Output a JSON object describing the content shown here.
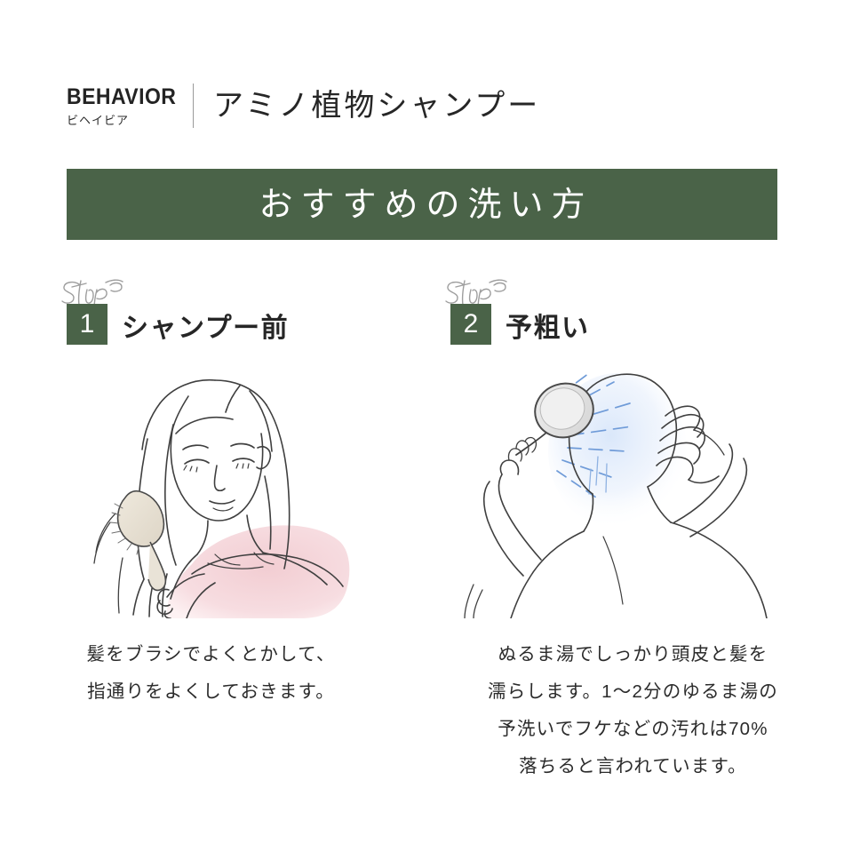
{
  "header": {
    "brand_name": "BEHAVIOR",
    "brand_kana": "ビヘイビア",
    "product_title": "アミノ植物シャンプー"
  },
  "banner": {
    "title": "おすすめの洗い方",
    "background_color": "#4a6348",
    "text_color": "#ffffff"
  },
  "steps": [
    {
      "script_label": "Step",
      "number": "1",
      "label": "シャンプー前",
      "illustration": "woman-brushing-hair-illustration",
      "caption_lines": [
        "髪をブラシでよくとかして、",
        "指通りをよくしておきます。"
      ]
    },
    {
      "script_label": "Step",
      "number": "2",
      "label": "予粗い",
      "illustration": "woman-rinsing-scalp-with-shower-illustration",
      "caption_lines": [
        "ぬるま湯でしっかり頭皮と髪を",
        "濡らします。1〜2分のゆるま湯の",
        "予洗いでフケなどの汚れは70%",
        "落ちると言われています。"
      ]
    }
  ],
  "colors": {
    "green": "#4a6348",
    "line_art": "#3a3a3a",
    "skin_line": "#4a4a4a",
    "pink_garment": "#f5dadd",
    "brush_body": "#e8e3d8",
    "shower_head": "#dcdcdc",
    "water_blue": "#5b8fd4",
    "water_glow": "#e7effb",
    "background": "#ffffff"
  }
}
